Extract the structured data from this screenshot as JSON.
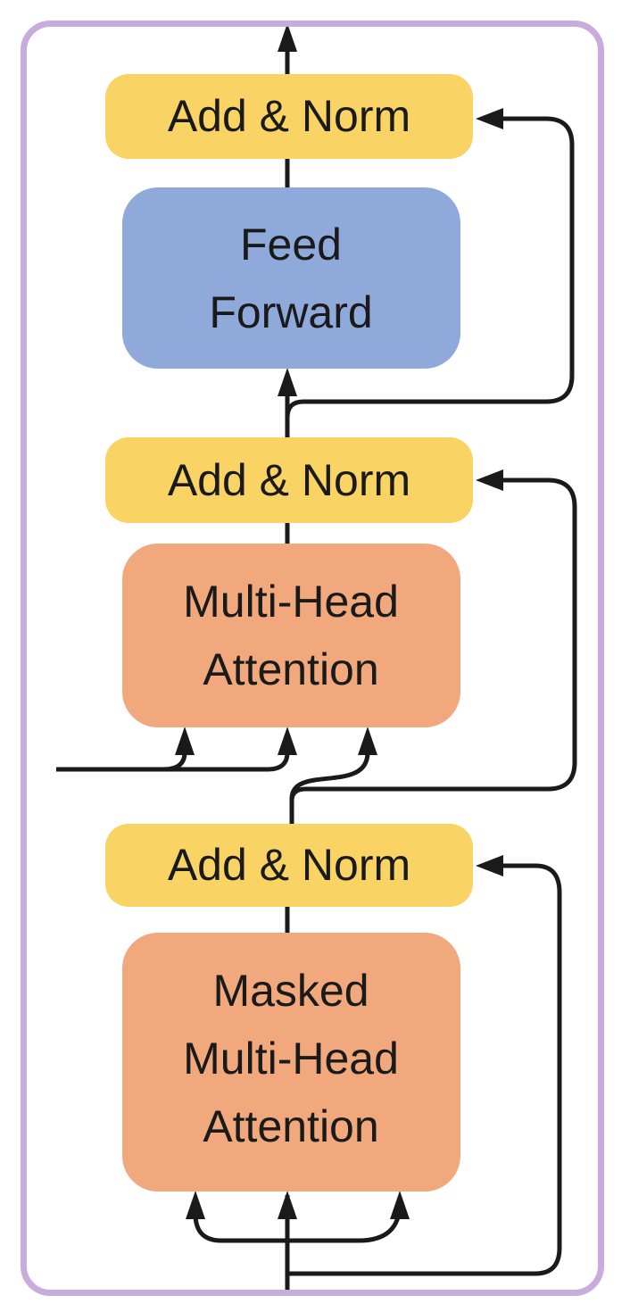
{
  "colors": {
    "background": "#FFFFFF",
    "frame_border": "#C7ACDD",
    "add_norm_fill": "#FAD365",
    "feed_forward_fill": "#8FA9DB",
    "attention_fill": "#F0A87C",
    "connector": "#1A1A1A",
    "text": "#1A1A1A"
  },
  "blocks": [
    {
      "name": "add-norm-top",
      "lines": [
        "Add & Norm"
      ]
    },
    {
      "name": "feed-forward",
      "lines": [
        "Feed",
        "Forward"
      ]
    },
    {
      "name": "add-norm-middle",
      "lines": [
        "Add & Norm"
      ]
    },
    {
      "name": "multi-head-attention",
      "lines": [
        "Multi-Head",
        "Attention"
      ]
    },
    {
      "name": "add-norm-bottom",
      "lines": [
        "Add & Norm"
      ]
    },
    {
      "name": "masked-multi-head-attention",
      "lines": [
        "Masked",
        "Multi-Head",
        "Attention"
      ]
    }
  ]
}
